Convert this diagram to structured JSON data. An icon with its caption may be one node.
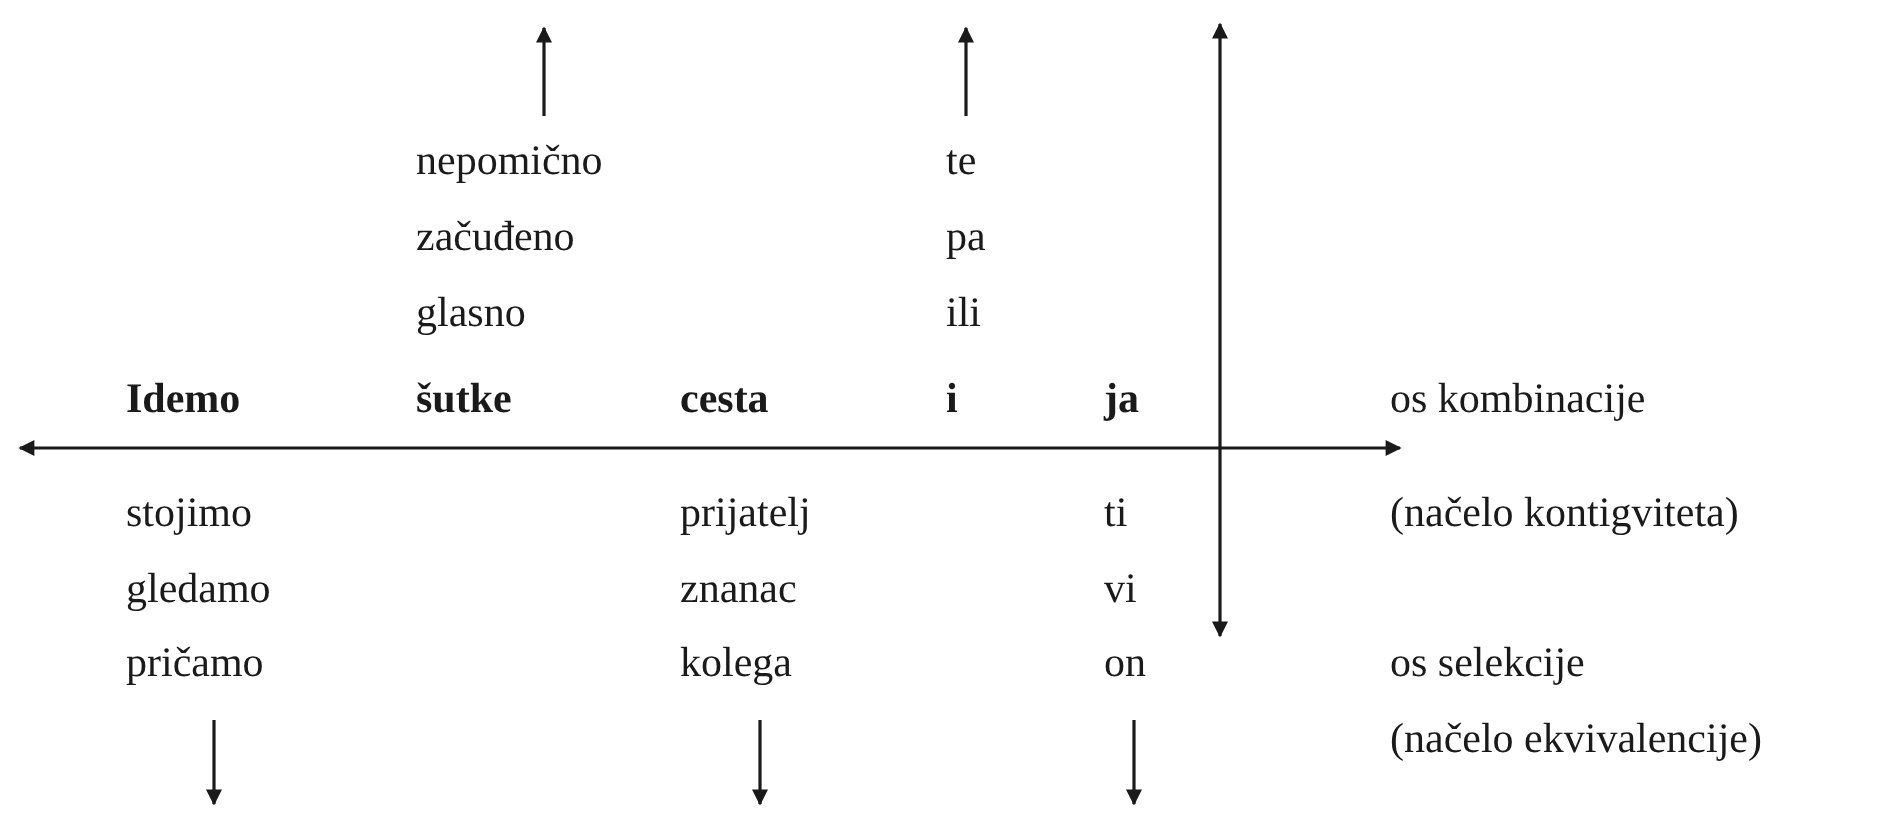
{
  "diagram": {
    "labels": [
      "nepomično",
      "te",
      "začuđeno",
      "pa",
      "glasno",
      "ili",
      "Idemo",
      "šutke",
      "cesta",
      "i",
      "ja",
      "os kombinacije",
      "stojimo",
      "prijatelj",
      "ti",
      "(načelo kontigviteta)",
      "gledamo",
      "znanac",
      "vi",
      "pričamo",
      "kolega",
      "on",
      "os selekcije",
      "(načelo ekvivalencije)"
    ]
  }
}
